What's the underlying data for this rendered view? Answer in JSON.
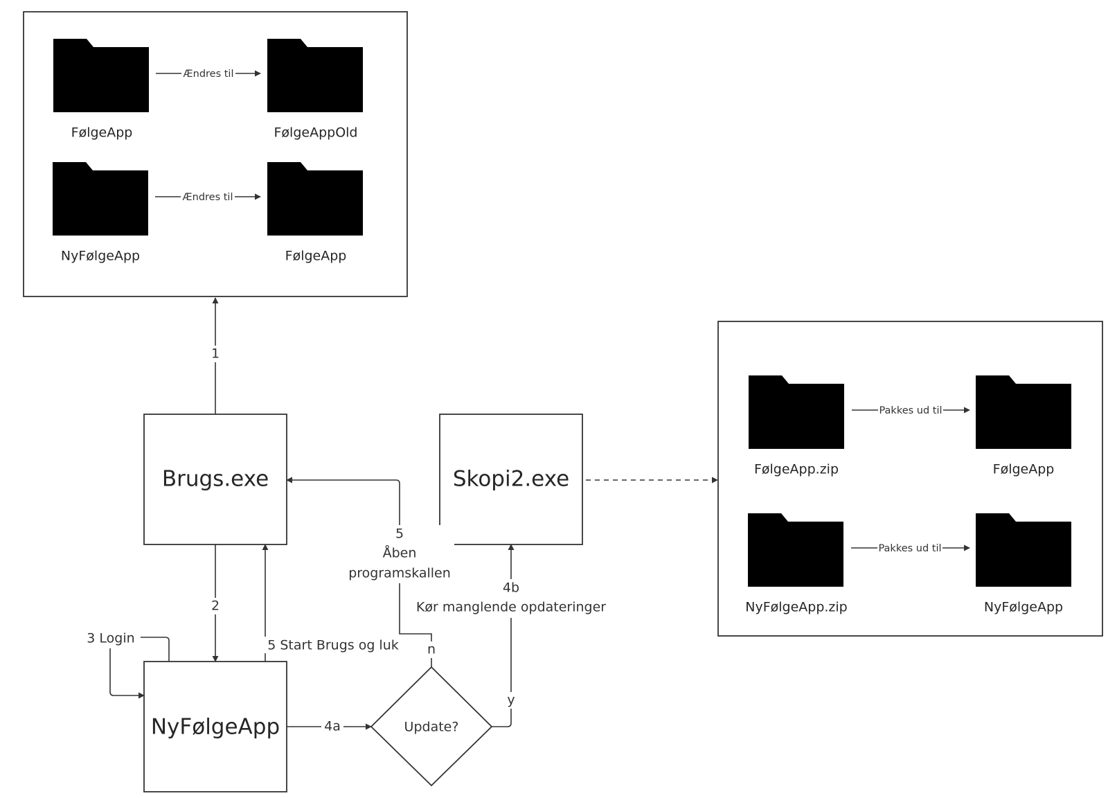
{
  "nodes": {
    "brugs": "Brugs.exe",
    "skopi": "Skopi2.exe",
    "nyfolgeapp": "NyFølgeApp",
    "decision": "Update?"
  },
  "edges": {
    "e1": "1",
    "e2": "2",
    "login": "3 Login",
    "e4a": "4a",
    "e4b_num": "4b",
    "e4b_text": "Kør manglende opdateringer",
    "e5_num": "5",
    "e5_line1": "Åben",
    "e5_line2": "programskallen",
    "start": "5 Start Brugs og luk",
    "n": "n",
    "y": "y"
  },
  "rename_panel": {
    "rows": [
      {
        "from": "FølgeApp",
        "action": "Ændres til",
        "to": "FølgeAppOld"
      },
      {
        "from": "NyFølgeApp",
        "action": "Ændres til",
        "to": "FølgeApp"
      }
    ]
  },
  "unpack_panel": {
    "rows": [
      {
        "from": "FølgeApp.zip",
        "action": "Pakkes ud til",
        "to": "FølgeApp"
      },
      {
        "from": "NyFølgeApp.zip",
        "action": "Pakkes ud til",
        "to": "NyFølgeApp"
      }
    ]
  },
  "icons": {
    "folder": "folder-icon"
  }
}
